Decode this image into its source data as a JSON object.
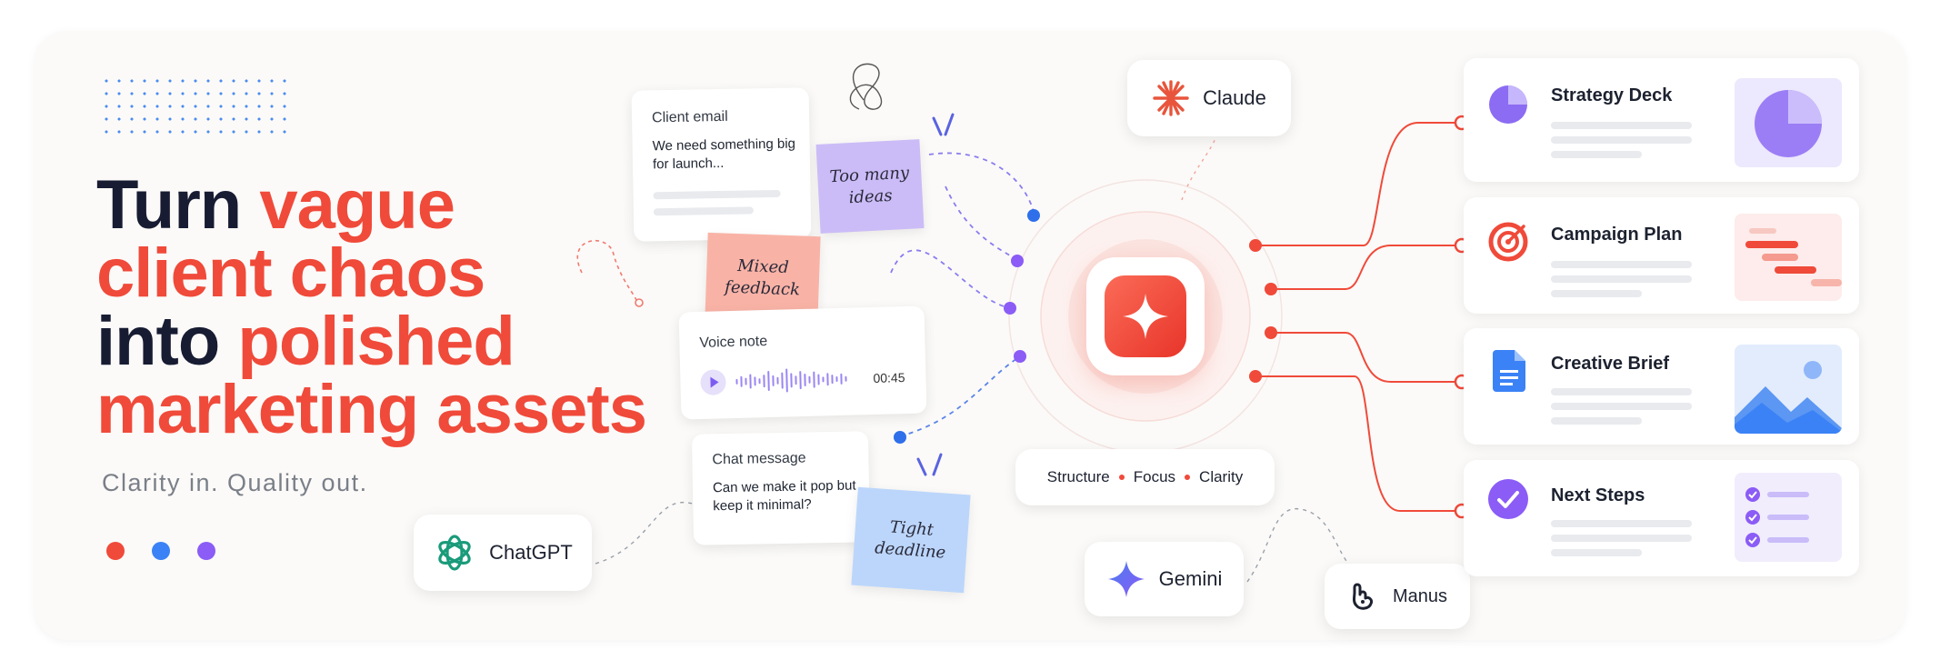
{
  "headline": {
    "line1_a": "Turn ",
    "line1_b": "vague",
    "line2": "client chaos",
    "line3_a": "into ",
    "line3_b": "polished",
    "line4": "marketing assets"
  },
  "tagline": "Clarity in. Quality out.",
  "colors": {
    "accent": "#f04a3a",
    "dark": "#171c33",
    "blue": "#3b82f6",
    "purple": "#8b5cf6"
  },
  "inputs": {
    "client_email": {
      "title": "Client email",
      "text": "We need something big for launch..."
    },
    "voice_note": {
      "title": "Voice note",
      "time": "00:45"
    },
    "chat_message": {
      "title": "Chat message",
      "text": "Can we make it pop but keep it minimal?"
    }
  },
  "stickies": {
    "too_many": "Too many ideas",
    "mixed": "Mixed feedback",
    "tight": "Tight deadline"
  },
  "tools": {
    "claude": "Claude",
    "chatgpt": "ChatGPT",
    "gemini": "Gemini",
    "manus": "Manus"
  },
  "pillars": [
    "Structure",
    "Focus",
    "Clarity"
  ],
  "outputs": [
    {
      "title": "Strategy Deck",
      "icon": "pie-chart-icon"
    },
    {
      "title": "Campaign Plan",
      "icon": "target-icon"
    },
    {
      "title": "Creative Brief",
      "icon": "document-icon"
    },
    {
      "title": "Next Steps",
      "icon": "check-circle-icon"
    }
  ]
}
